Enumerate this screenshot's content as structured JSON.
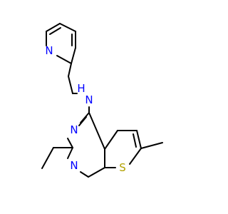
{
  "atoms": {
    "pyridine_N": {
      "symbol": "N",
      "color": "#0000ff"
    },
    "amine_N": {
      "symbol": "N",
      "color": "#0000ff"
    },
    "amine_H": {
      "symbol": "H",
      "color": "#0000ff"
    },
    "ring_N3": {
      "symbol": "N",
      "color": "#0000ff"
    },
    "ring_N1": {
      "symbol": "N",
      "color": "#0000ff"
    },
    "thiophene_S": {
      "symbol": "S",
      "color": "#b2a100"
    }
  }
}
